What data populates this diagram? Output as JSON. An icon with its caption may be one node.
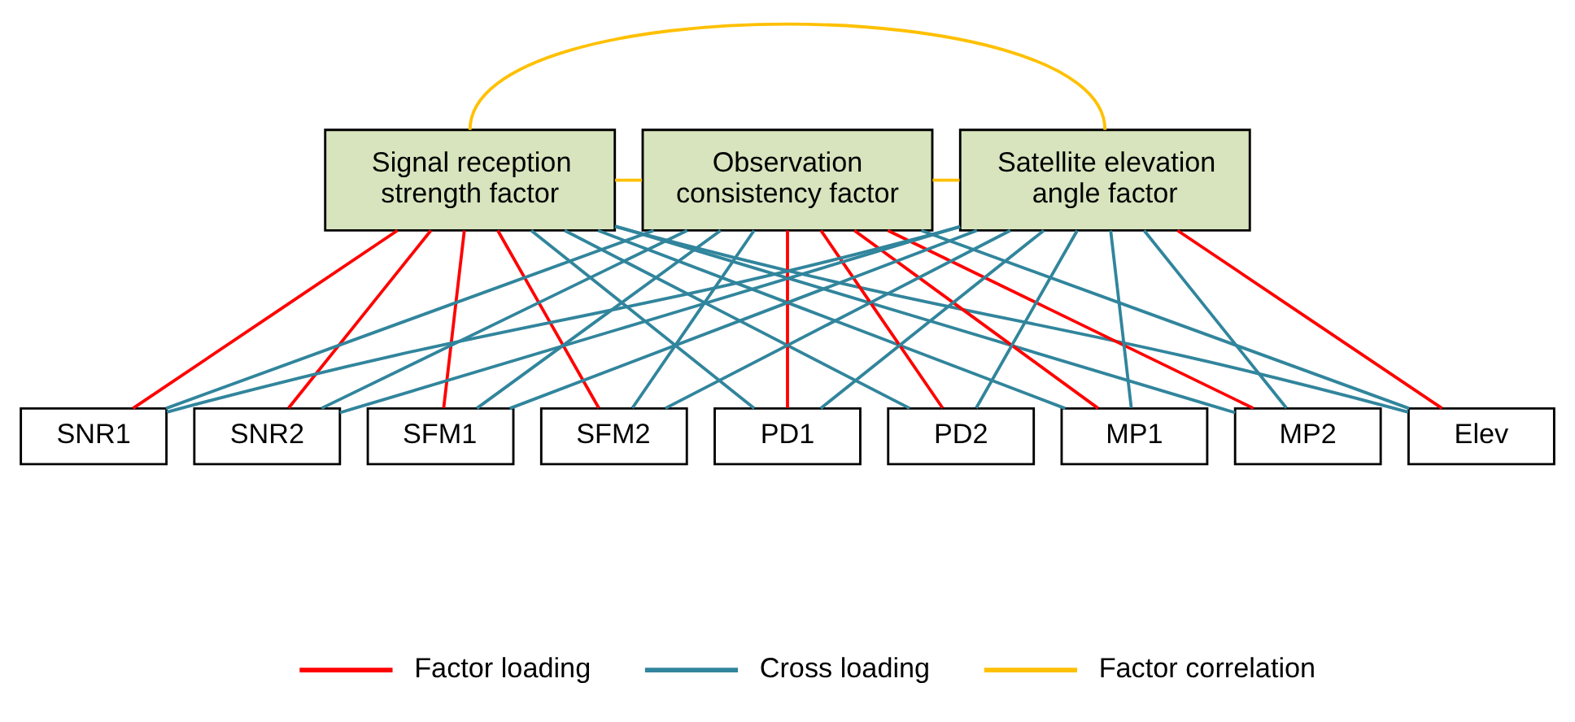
{
  "diagram": {
    "nodes": [
      {
        "text": [
          "Signal reception strength factor"
        ]
      },
      {
        "text": [
          "Observation consistency factor"
        ]
      },
      {
        "text": [
          "Satellite elevation angle factor"
        ]
      },
      {
        "text": [
          "SNR1"
        ]
      },
      {
        "text": [
          "SNR2"
        ]
      },
      {
        "text": [
          "SFM1"
        ]
      },
      {
        "text": [
          "SFM2"
        ]
      },
      {
        "text": [
          "PD1"
        ]
      },
      {
        "text": [
          "PD2"
        ]
      },
      {
        "text": [
          "MP1"
        ]
      },
      {
        "text": [
          "MP2"
        ]
      },
      {
        "text": [
          "Elev"
        ]
      }
    ],
    "edges": [
      {
        "from": 0,
        "to": 2,
        "arrow": "none",
        "color": "#ffc000"
      },
      {
        "from": 0,
        "to": 1,
        "arrow": "none",
        "color": "#ffc000"
      },
      {
        "from": 1,
        "to": 2,
        "arrow": "none",
        "color": "#ffc000"
      },
      {
        "from": 0,
        "to": 3,
        "arrow": "none",
        "color": "#ff0000"
      },
      {
        "from": 0,
        "to": 4,
        "arrow": "none",
        "color": "#ff0000"
      },
      {
        "from": 0,
        "to": 5,
        "arrow": "none",
        "color": "#ff0000"
      },
      {
        "from": 0,
        "to": 6,
        "arrow": "none",
        "color": "#ff0000"
      },
      {
        "from": 0,
        "to": 7,
        "arrow": "none"
      },
      {
        "from": 0,
        "to": 8,
        "arrow": "none"
      },
      {
        "from": 0,
        "to": 9,
        "arrow": "none"
      },
      {
        "from": 0,
        "to": 10,
        "arrow": "none"
      },
      {
        "from": 0,
        "to": 11,
        "arrow": "none"
      },
      {
        "from": 1,
        "to": 3,
        "arrow": "none"
      },
      {
        "from": 1,
        "to": 4,
        "arrow": "none"
      },
      {
        "from": 1,
        "to": 5,
        "arrow": "none"
      },
      {
        "from": 1,
        "to": 6,
        "arrow": "none"
      },
      {
        "from": 1,
        "to": 7,
        "arrow": "none",
        "color": "#ff0000"
      },
      {
        "from": 1,
        "to": 8,
        "arrow": "none",
        "color": "#ff0000"
      },
      {
        "from": 1,
        "to": 9,
        "arrow": "none",
        "color": "#ff0000"
      },
      {
        "from": 1,
        "to": 10,
        "arrow": "none",
        "color": "#ff0000"
      },
      {
        "from": 1,
        "to": 11,
        "arrow": "none"
      },
      {
        "from": 2,
        "to": 3,
        "arrow": "none"
      },
      {
        "from": 2,
        "to": 4,
        "arrow": "none"
      },
      {
        "from": 2,
        "to": 5,
        "arrow": "none"
      },
      {
        "from": 2,
        "to": 6,
        "arrow": "none"
      },
      {
        "from": 2,
        "to": 7,
        "arrow": "none"
      },
      {
        "from": 2,
        "to": 8,
        "arrow": "none"
      },
      {
        "from": 2,
        "to": 9,
        "arrow": "none"
      },
      {
        "from": 2,
        "to": 10,
        "arrow": "none"
      },
      {
        "from": 2,
        "to": 11,
        "arrow": "none",
        "color": "#ff0000"
      }
    ],
    "legend": [
      {
        "text": "Factor loading",
        "color": "#ff0000"
      },
      {
        "text": "Cross loading",
        "color": "#31859c"
      },
      {
        "text": "Factor correlation",
        "color": "#ffc000"
      }
    ]
  }
}
